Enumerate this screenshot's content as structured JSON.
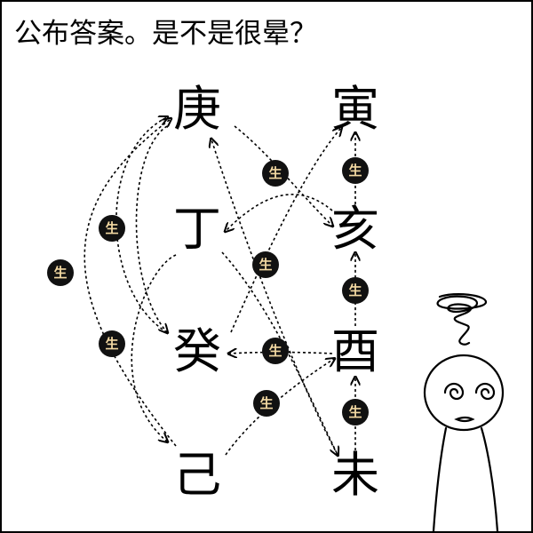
{
  "headline": "公布答案。是不是很晕？",
  "colors": {
    "badge_fill": "#111111",
    "badge_text": "#f3d9a2",
    "line": "#000000"
  },
  "badge_label": "生",
  "nodes": [
    {
      "id": "geng",
      "char": "庚"
    },
    {
      "id": "ding",
      "char": "丁"
    },
    {
      "id": "gui",
      "char": "癸"
    },
    {
      "id": "ji",
      "char": "己"
    },
    {
      "id": "yin",
      "char": "寅"
    },
    {
      "id": "hai",
      "char": "亥"
    },
    {
      "id": "you",
      "char": "酉"
    },
    {
      "id": "wei",
      "char": "未"
    }
  ],
  "relations": [
    {
      "from": "ji",
      "to": "geng"
    },
    {
      "from": "gui",
      "to": "geng"
    },
    {
      "from": "ding",
      "to": "ji"
    },
    {
      "from": "geng",
      "to": "gui"
    },
    {
      "from": "hai",
      "to": "ding"
    },
    {
      "from": "geng",
      "to": "hai"
    },
    {
      "from": "gui",
      "to": "yin"
    },
    {
      "from": "wei",
      "to": "geng"
    },
    {
      "from": "ding",
      "to": "wei"
    },
    {
      "from": "you",
      "to": "gui"
    },
    {
      "from": "ji",
      "to": "you"
    },
    {
      "from": "hai",
      "to": "yin"
    },
    {
      "from": "you",
      "to": "hai"
    },
    {
      "from": "wei",
      "to": "you"
    }
  ],
  "character": {
    "description_icon": "dizzy-stick-figure"
  }
}
